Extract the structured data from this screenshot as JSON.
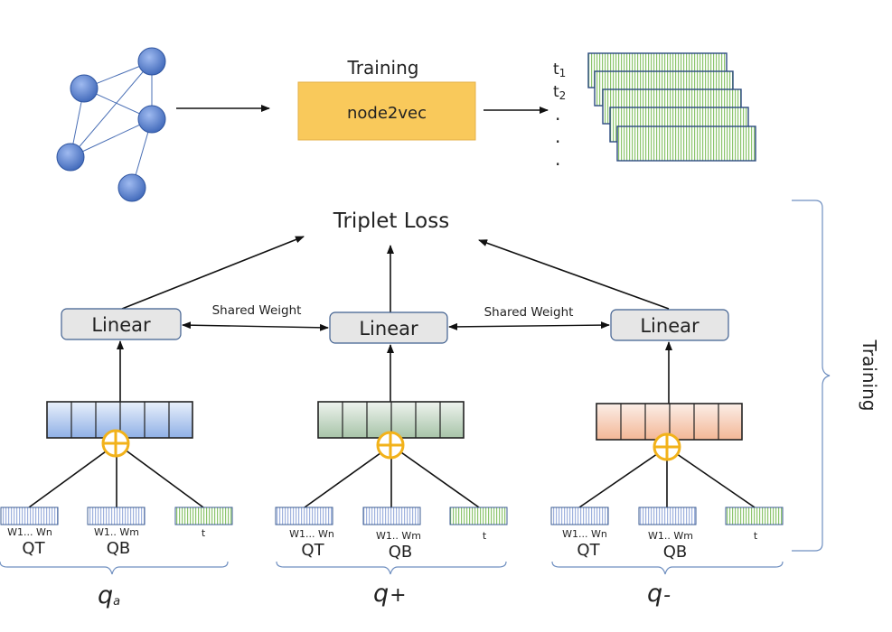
{
  "top": {
    "training_label": "Training",
    "node2vec_label": "node2vec",
    "t1_main": "t",
    "t1_sub": "1",
    "t2_main": "t",
    "t2_sub": "2",
    "dot1": ".",
    "dot2": ".",
    "dot3": "."
  },
  "loss": {
    "label": "Triplet Loss"
  },
  "shared_weight": {
    "left": "Shared Weight",
    "right": "Shared Weight"
  },
  "side_training_label": "Training",
  "branches": [
    {
      "linear_label": "Linear",
      "qt_words": "W1... Wn",
      "qt_label": "QT",
      "qb_words": "W1.. Wm",
      "qb_label": "QB",
      "t_label": "t",
      "query_main": "q",
      "query_sub": "a"
    },
    {
      "linear_label": "Linear",
      "qt_words": "W1... Wn",
      "qt_label": "QT",
      "qb_words": "W1.. Wm",
      "qb_label": "QB",
      "t_label": "t",
      "query_main": "q",
      "query_sub": "+"
    },
    {
      "linear_label": "Linear",
      "qt_words": "W1... Wn",
      "qt_label": "QT",
      "qb_words": "W1.. Wm",
      "qb_label": "QB",
      "t_label": "t",
      "query_main": "q",
      "query_sub": "-"
    }
  ],
  "colors": {
    "node_fill": "#4f79c9",
    "node2vec_fill": "#f9c95b",
    "green_stripe": "#8cc56d",
    "blue_stripe": "#8fa6d8",
    "vec_blue": "#a9c1ea",
    "vec_green": "#b7cfb8",
    "vec_orange": "#f6c3a9",
    "plus_color": "#f2b21a",
    "linear_fill": "#e6e6e6",
    "linear_border": "#3f5f8f",
    "brace_color": "#6f8fc0"
  }
}
